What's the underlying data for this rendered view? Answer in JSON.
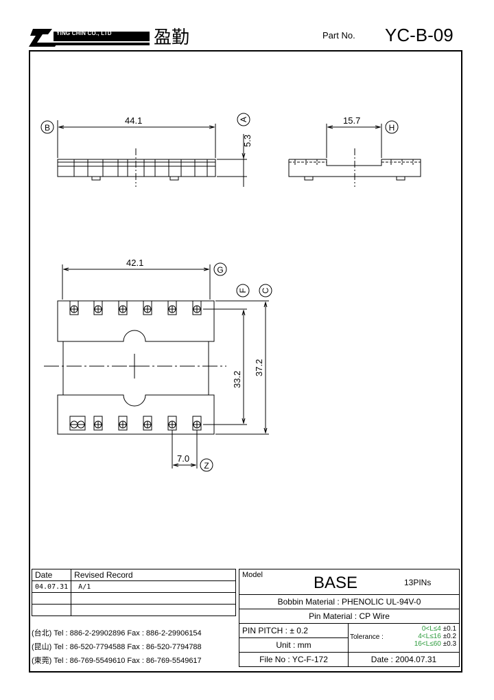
{
  "header": {
    "brand": "YING CHIN CO., LTD",
    "brand_chinese": "盈勤",
    "part_label": "Part No.",
    "part_value": "YC-B-09"
  },
  "dimensions": {
    "b": "44.1",
    "a": "5.3",
    "h": "15.7",
    "g": "42.1",
    "f": "33.2",
    "c": "37.2",
    "z": "7.0"
  },
  "markers": {
    "a": "A",
    "b": "B",
    "c": "C",
    "f": "F",
    "g": "G",
    "h": "H",
    "z": "Z"
  },
  "revisions": {
    "headers": [
      "Date",
      "Revised Record"
    ],
    "rows": [
      {
        "date": "04.07.31",
        "record": "A/1"
      },
      {
        "date": "",
        "record": ""
      },
      {
        "date": "",
        "record": ""
      }
    ]
  },
  "contacts": [
    {
      "city": "(台北)",
      "tel": "Tel : 886-2-29902896",
      "fax": "Fax : 886-2-29906154"
    },
    {
      "city": "(昆山)",
      "tel": "Tel : 86-520-7794588",
      "fax": "Fax : 86-520-7794788"
    },
    {
      "city": "(東莞)",
      "tel": "Tel : 86-769-5549610",
      "fax": "Fax : 86-769-5549617"
    }
  ],
  "info": {
    "model_label": "Model",
    "model_value": "BASE",
    "pins": "13PINs",
    "bobbin_label": "Bobbin Material :",
    "bobbin_value": "PHENOLIC UL-94V-0",
    "pin_mat_label": "Pin Material :",
    "pin_mat_value": "CP Wire",
    "pitch_label": "PIN PITCH :",
    "pitch_value": "± 0.2",
    "unit_label": "Unit :",
    "unit_value": "mm",
    "file_label": "File No :",
    "file_value": "YC-F-172",
    "tolerance_label": "Tolerance :",
    "tolerance_rows": [
      {
        "range": "0<L≤4",
        "tol": "±0.1"
      },
      {
        "range": "4<L≤16",
        "tol": "±0.2"
      },
      {
        "range": "16<L≤60",
        "tol": "±0.3"
      }
    ],
    "date_label": "Date :",
    "date_value": "2004.07.31"
  }
}
